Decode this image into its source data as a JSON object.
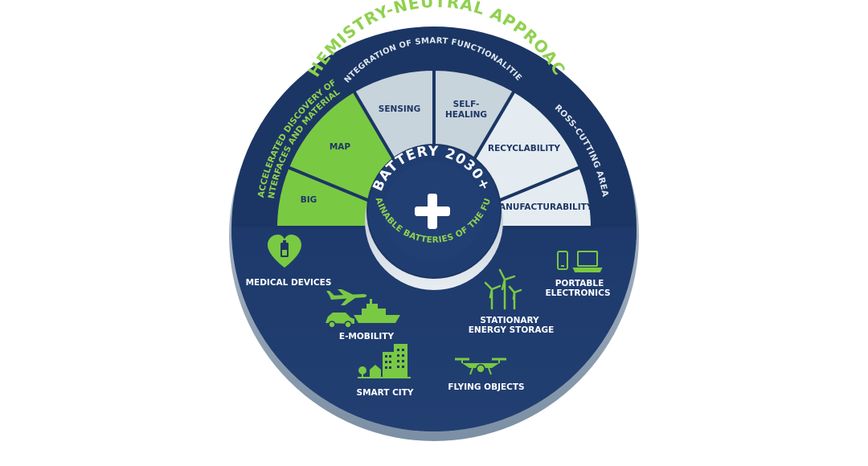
{
  "ring": {
    "top_label": "CHEMISTRY-NEUTRAL APPROACH",
    "smart_label": "INTEGRATION OF SMART FUNCTIONALITIES",
    "left_label_line1": "ACCELERATED DISCOVERY OF",
    "left_label_line2": "INTERFACES AND MATERIALS",
    "right_label": "CROSS-CUTTING AREAS"
  },
  "segments": {
    "big": "BIG",
    "map": "MAP",
    "sensing": "SENSING",
    "self_healing_1": "SELF-",
    "self_healing_2": "HEALING",
    "recyclability": "RECYCLABILITY",
    "manufacturability": "MANUFACTURABILITY"
  },
  "hub": {
    "title": "BATTERY 2030+",
    "symbol": "+",
    "subtitle": "SUSTAINABLE BATTERIES OF THE FUTURE"
  },
  "applications": {
    "medical": "MEDICAL DEVICES",
    "emobility": "E-MOBILITY",
    "smart_city": "SMART CITY",
    "stationary_1": "STATIONARY",
    "stationary_2": "ENERGY STORAGE",
    "portable_1": "PORTABLE",
    "portable_2": "ELECTRONICS",
    "flying": "FLYING OBJECTS"
  },
  "colors": {
    "navy": "#1f3664",
    "green": "#7ac943",
    "light_gray": "#c8d4dc",
    "pale_gray": "#e4ecf1"
  }
}
